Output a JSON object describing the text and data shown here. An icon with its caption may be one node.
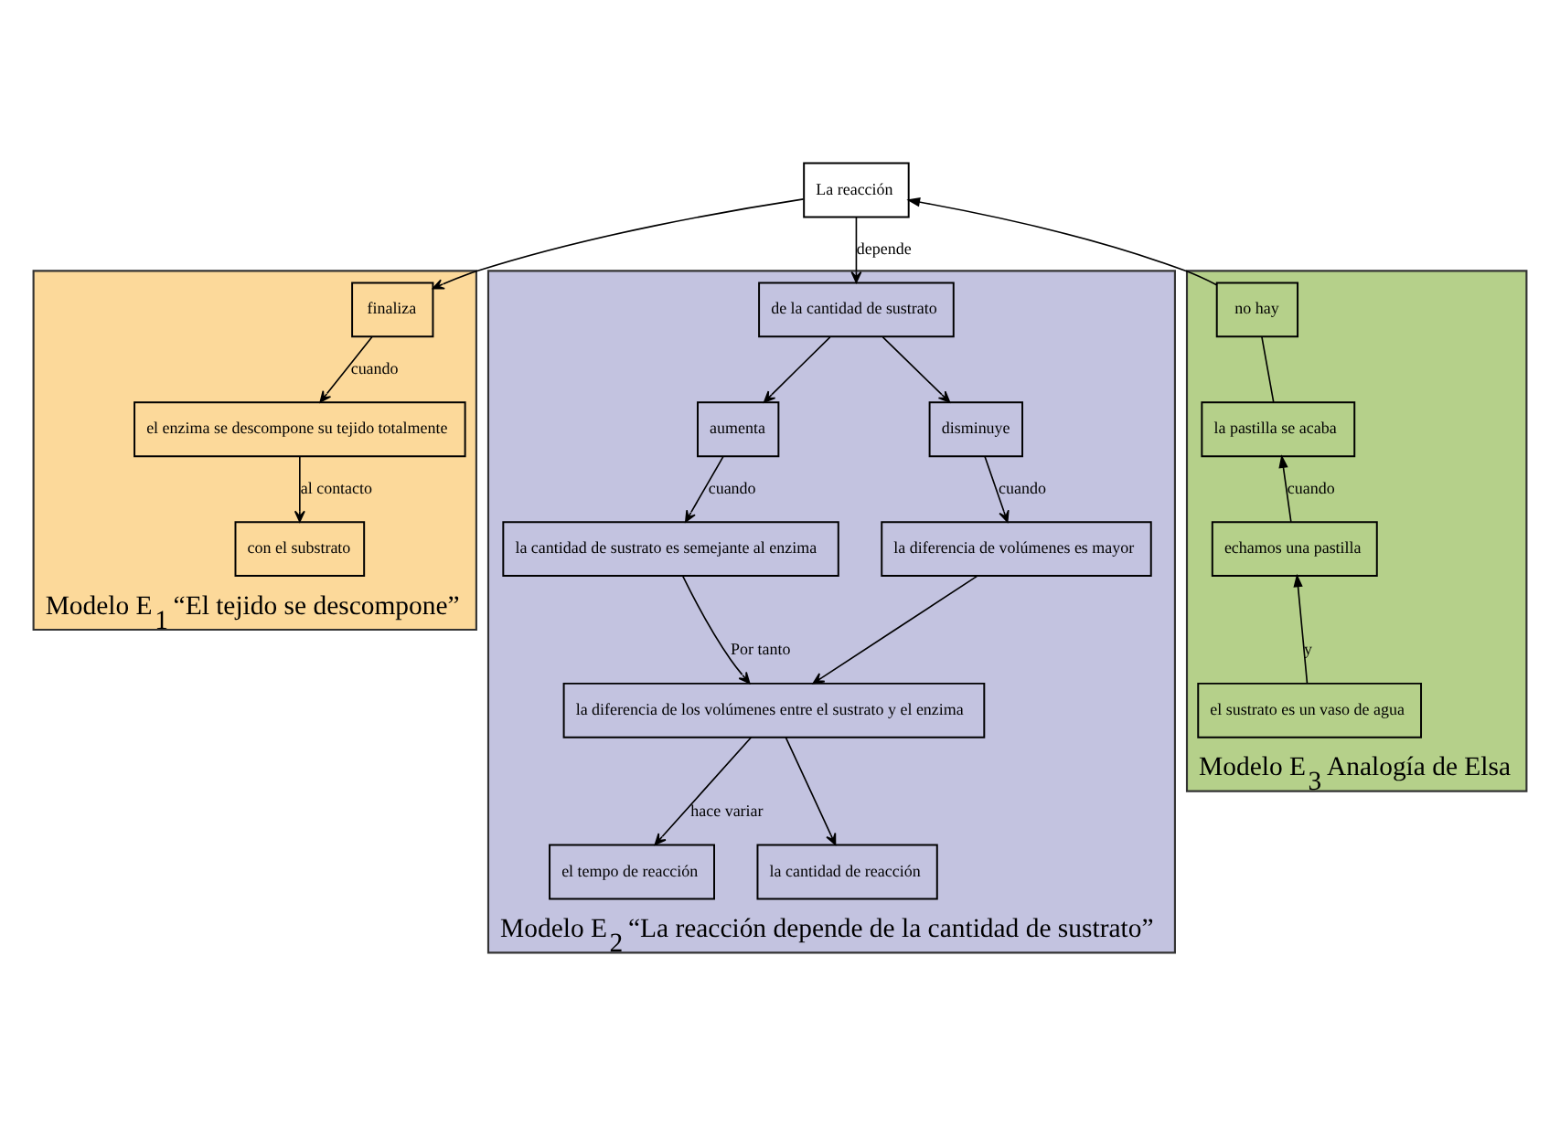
{
  "diagram": {
    "nodes": [
      {
        "text": [
          "La reacción"
        ]
      },
      {
        "text": [
          "Modelo E$_{1}$ “El tejido se descompone”"
        ]
      },
      {
        "text": [
          "finaliza"
        ],
        "in": 1
      },
      {
        "text": [
          "el enzima se descompone su tejido totalmente"
        ],
        "in": 1
      },
      {
        "text": [
          "con el substrato"
        ],
        "in": 1
      },
      {
        "text": [
          "Modelo E$_{2}$ “La reacción depende de la cantidad de sustrato”"
        ]
      },
      {
        "text": [
          "de la cantidad de sustrato"
        ],
        "in": 5
      },
      {
        "text": [
          "aumenta"
        ],
        "in": 5
      },
      {
        "text": [
          "disminuye"
        ],
        "in": 5
      },
      {
        "text": [
          "la cantidad de sustrato es semejante al enzima"
        ],
        "in": 5
      },
      {
        "text": [
          "la diferencia de volúmenes es mayor"
        ],
        "in": 5
      },
      {
        "text": [
          "la diferencia de los volúmenes entre el sustrato y el enzima"
        ],
        "in": 5
      },
      {
        "text": [
          "el tempo de reacción"
        ],
        "in": 5
      },
      {
        "text": [
          "la cantidad de reacción"
        ],
        "in": 5
      },
      {
        "text": [
          "Modelo E$_{3}$ Analogía de Elsa"
        ]
      },
      {
        "text": [
          "no hay"
        ],
        "in": 14
      },
      {
        "text": [
          "la pastilla se acaba"
        ],
        "in": 14
      },
      {
        "text": [
          "echamos una pastilla"
        ],
        "in": 14
      },
      {
        "text": [
          "el sustrato es un vaso de agua"
        ],
        "in": 14
      }
    ],
    "edges": [
      {
        "from": 0,
        "to": 2,
        "arrow": "to"
      },
      {
        "from": 0,
        "to": 6,
        "label": "depende",
        "arrow": "to"
      },
      {
        "from": 2,
        "to": 3,
        "label": "cuando",
        "arrow": "to"
      },
      {
        "from": 3,
        "to": 4,
        "label": "al contacto",
        "arrow": "to"
      },
      {
        "from": 6,
        "to": 7,
        "arrow": "to"
      },
      {
        "from": 6,
        "to": 8,
        "arrow": "to"
      },
      {
        "from": 7,
        "to": 9,
        "label": "cuando",
        "arrow": "to"
      },
      {
        "from": 8,
        "to": 10,
        "label": "cuando",
        "arrow": "to"
      },
      {
        "from": 9,
        "to": 11,
        "label": "Por tanto",
        "arrow": "to"
      },
      {
        "from": 10,
        "to": 11,
        "arrow": "to"
      },
      {
        "from": 11,
        "to": 12,
        "label": "hace variar",
        "arrow": "to"
      },
      {
        "from": 11,
        "to": 13,
        "arrow": "to"
      },
      {
        "from": 15,
        "to": 0,
        "arrow": "to"
      },
      {
        "from": 16,
        "to": 15,
        "arrow": "none"
      },
      {
        "from": 17,
        "to": 16,
        "label": "cuando",
        "arrow": "to"
      },
      {
        "from": 18,
        "to": 17,
        "label": "y",
        "arrow": "to"
      }
    ]
  }
}
